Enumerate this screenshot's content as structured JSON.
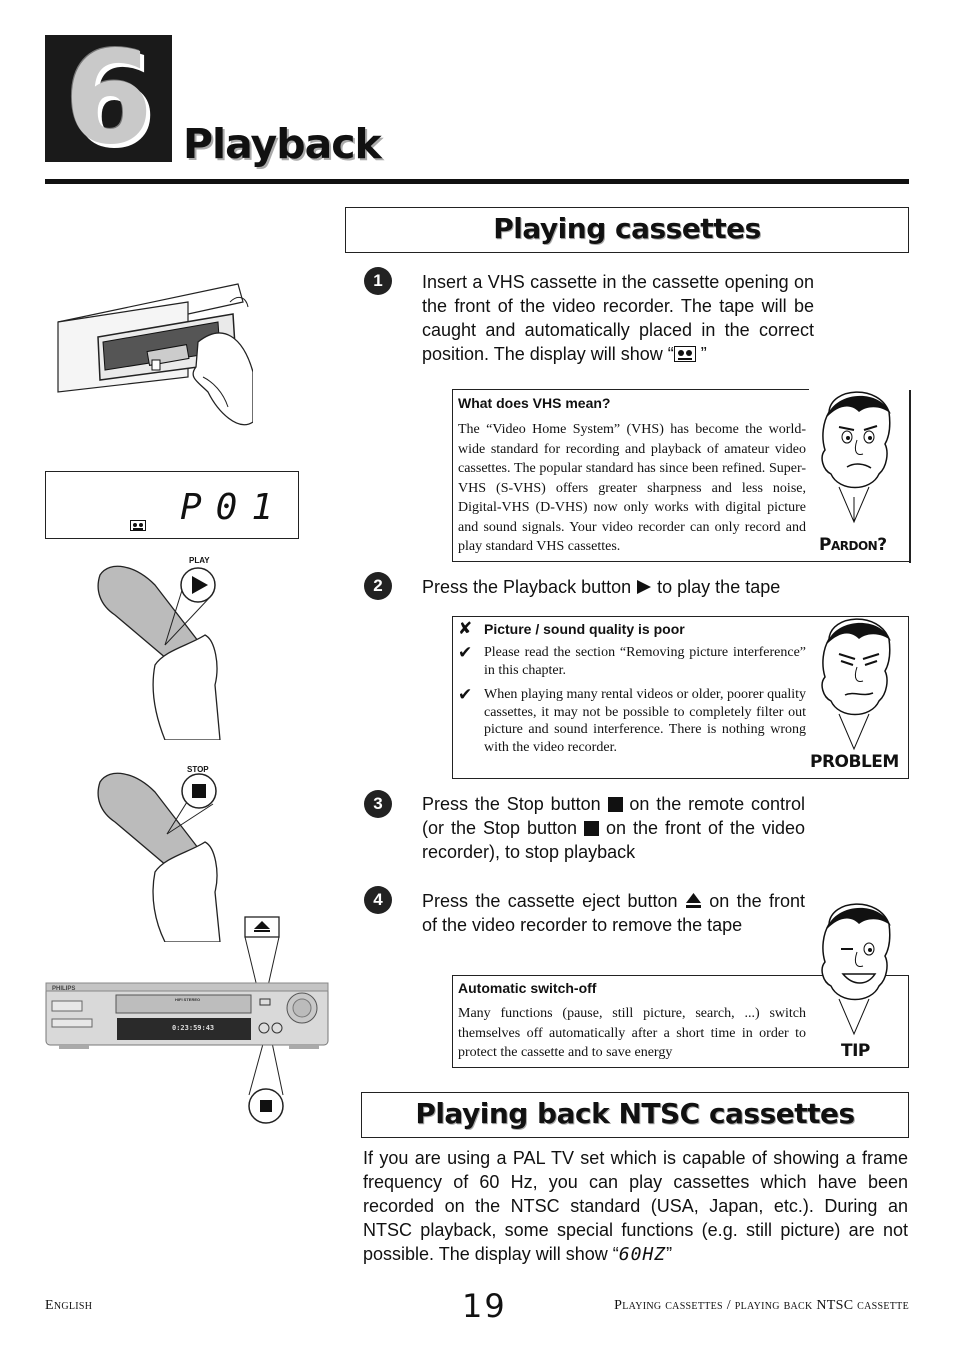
{
  "header": {
    "chapter_number": "6",
    "chapter_title": "Playback"
  },
  "section1": {
    "title": "Playing cassettes",
    "steps": [
      {
        "number": "1",
        "text": "Insert a VHS cassette in the cassette opening on the front of the video recorder. The tape will be caught and automatically placed in the correct position. The display will show “",
        "text_after": " ”"
      },
      {
        "number": "2",
        "text": "Press the Playback button",
        "text_after": " to play the tape"
      },
      {
        "number": "3",
        "text": "Press the Stop button",
        "text_mid": " on the remote control (or the Stop button",
        "text_after": " on the front of the video recorder), to stop playback"
      },
      {
        "number": "4",
        "text": "Press the cassette eject  button",
        "text_after": " on the front of the video recorder to remove the tape"
      }
    ],
    "pardon_box": {
      "heading": "What does VHS mean?",
      "text": "The “Video Home System” (VHS) has become the world-wide standard for recording and playback of amateur video cassettes. The popular standard has since been refined. Super-VHS (S-VHS) offers greater sharpness and less noise, Digital-VHS (D-VHS) now only works with digital picture and sound signals. Your video recorder can only record and play standard VHS cassettes.",
      "label": "Pardon?"
    },
    "problem_box": {
      "heading": "Picture / sound quality is poor",
      "items": [
        "Please read the section “Removing picture interference” in this chapter.",
        "When playing many rental videos or older, poorer quality cassettes, it may not be possible to completely filter out picture and sound interference. There is nothing wrong with the video recorder."
      ],
      "label": "PROBLEM"
    },
    "tip_box": {
      "heading": "Automatic switch-off",
      "text": "Many functions (pause, still picture, search, ...) switch themselves off automatically after a short time in order to protect the cassette and to save energy",
      "label": "TIP"
    }
  },
  "section2": {
    "title": "Playing back NTSC cassettes",
    "text": "If you are using a PAL TV set which is capable of showing a frame frequency of 60 Hz, you can play cassettes which have been recorded on the NTSC standard (USA, Japan, etc.). During an NTSC playback, some special functions (e.g. still picture) are not possible. The display will show “",
    "display_value": "60HZ",
    "text_after": "”"
  },
  "illustrations": {
    "lcd_display": "P01",
    "remote_play_label": "PLAY",
    "remote_stop_label": "STOP",
    "vcr_brand": "PHILIPS",
    "vcr_hifi": "HIFI STEREO",
    "vcr_counter": "0:23:59:43"
  },
  "footer": {
    "left": "English",
    "page_number": "19",
    "right": "Playing cassettes / playing back  NTSC cassette"
  }
}
